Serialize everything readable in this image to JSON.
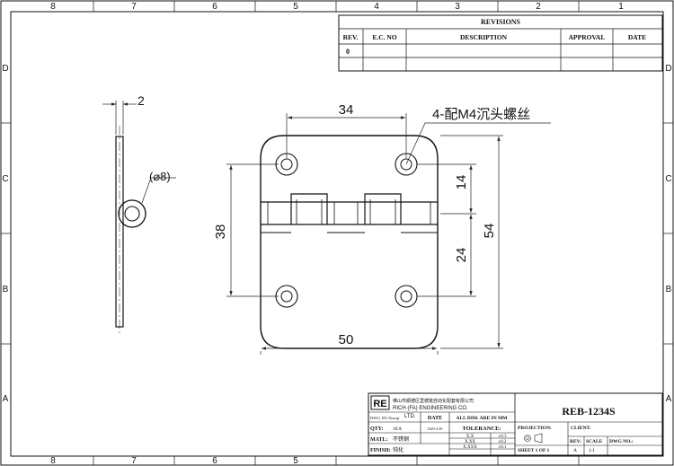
{
  "frame": {
    "col_labels": [
      "8",
      "7",
      "6",
      "5",
      "4",
      "3",
      "2",
      "1"
    ],
    "row_labels": [
      "D",
      "C",
      "B",
      "A"
    ]
  },
  "revisions": {
    "title": "REVISIONS",
    "headers": [
      "REV.",
      "E.C. NO",
      "DESCRIPTION",
      "APPROVAL",
      "DATE"
    ],
    "rows": [
      [
        "0",
        "",
        "",
        "",
        ""
      ]
    ]
  },
  "drawing": {
    "thickness_dim": "2",
    "pin_dia_dim": "(⌀8)",
    "hole_spacing_dim": "34",
    "screw_note": "4-配M4沉头螺丝",
    "height_left_dim": "38",
    "top_hole_dim": "14",
    "bottom_hole_dim": "24",
    "total_height_dim": "54",
    "width_dim": "50"
  },
  "title_block": {
    "logo": "RE",
    "company_cn": "佛山市顺德区里德富自动化配套有限公司",
    "company_en": "RICH (FA) ENGINEERING CO.",
    "company_ltd": "LTD.",
    "drawn_by_label": "DWG. BY:",
    "drawn_by_value": "Xiaoqi",
    "date_label": "DATE",
    "all_dims": "ALL DIM. ARE IN MM",
    "qty_label": "QTY:",
    "qty_value": "1EA",
    "date_value": "2020-4-20",
    "tolerance_label": "TOLERANCE:",
    "tol_rows": [
      [
        "X.X",
        "±0.3"
      ],
      [
        "X.XX",
        "±0.2"
      ],
      [
        "X.XXX",
        "±0.1"
      ]
    ],
    "matl_label": "MATL:",
    "matl_value": "不锈钢",
    "finish_label": "FINISH:",
    "finish_value": "钝化",
    "part_number": "REB-1234S",
    "projection_label": "PROJECTION:",
    "client_label": "CLIENT:",
    "sheet_text": "SHEET 1 OF 1",
    "rev_label": "REV:",
    "rev_value": "A",
    "scale_label": "SCALE",
    "scale_value": "1:1",
    "dwg_no_label": "DWG NO.:"
  }
}
